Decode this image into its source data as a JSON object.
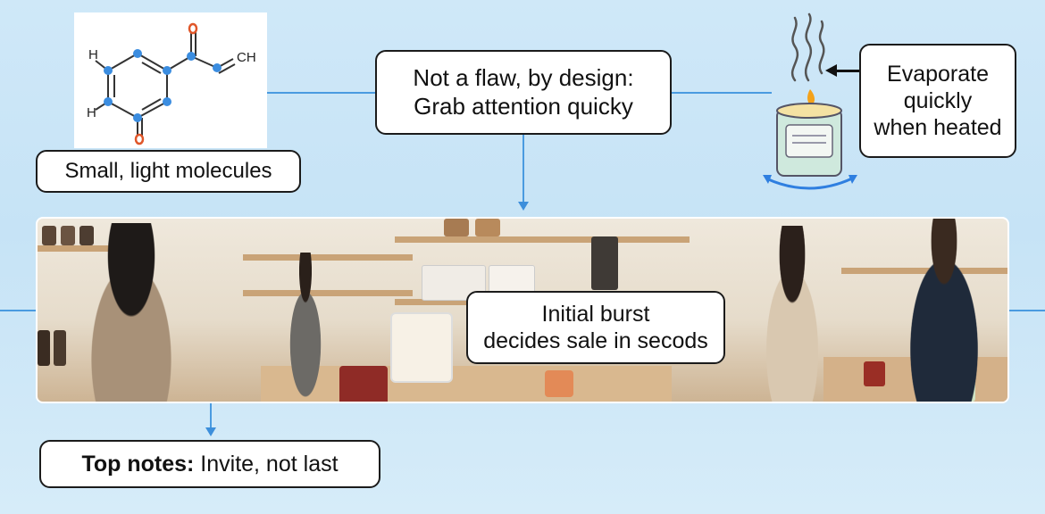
{
  "diagram": {
    "top_center_callout": {
      "line1": "Not a flaw, by design:",
      "line2": "Grab attention quicky"
    },
    "molecule": {
      "caption": "Small, light molecules",
      "atom_label_h_top": "H",
      "atom_label_h_bottom": "H",
      "atom_label_ch": "CH"
    },
    "candle": {
      "line1": "Evaporate",
      "line2": "quickly",
      "line3": "when heated"
    },
    "photo_callout": {
      "line1": "Initial burst",
      "line2": "decides sale in secods"
    },
    "bottom_callout": {
      "bold": "Top notes:",
      "rest": " Invite, not last"
    },
    "colors": {
      "connector": "#4a9be0",
      "background": "#cfe8f8",
      "oxygen": "#e0572a",
      "atom": "#3b8de0"
    }
  }
}
